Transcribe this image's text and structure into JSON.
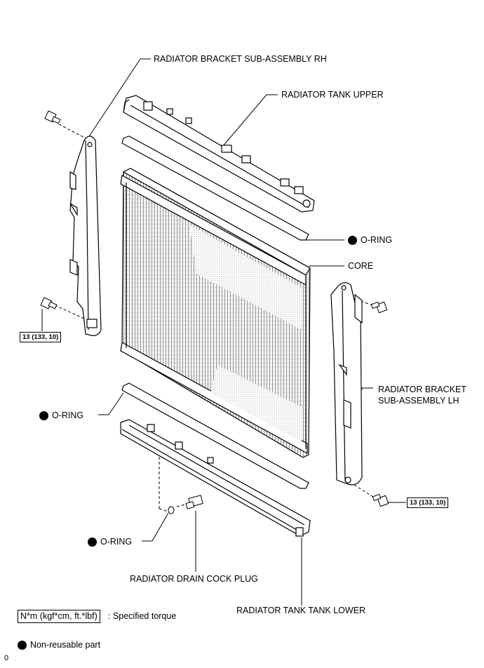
{
  "labels": {
    "bracket_rh": "RADIATOR BRACKET SUB-ASSEMBLY RH",
    "tank_upper": "RADIATOR TANK UPPER",
    "o_ring_upper": "O-RING",
    "core": "CORE",
    "bracket_lh_line1": "RADIATOR BRACKET",
    "bracket_lh_line2": "SUB-ASSEMBLY LH",
    "o_ring_lower": "O-RING",
    "o_ring_drain": "O-RING",
    "drain_cock_plug": "RADIATOR DRAIN COCK PLUG",
    "tank_lower": "RADIATOR TANK TANK LOWER"
  },
  "torque": {
    "left": "13 (133, 10)",
    "right": "13 (133, 10)"
  },
  "legend": {
    "torque_unit": "N*m (kgf*cm, ft.*lbf)",
    "torque_desc": ": Specified torque",
    "non_reusable": "Non-reusable part"
  },
  "footer": {
    "code": "0"
  },
  "colors": {
    "line": "#000000",
    "dot": "#000000"
  }
}
